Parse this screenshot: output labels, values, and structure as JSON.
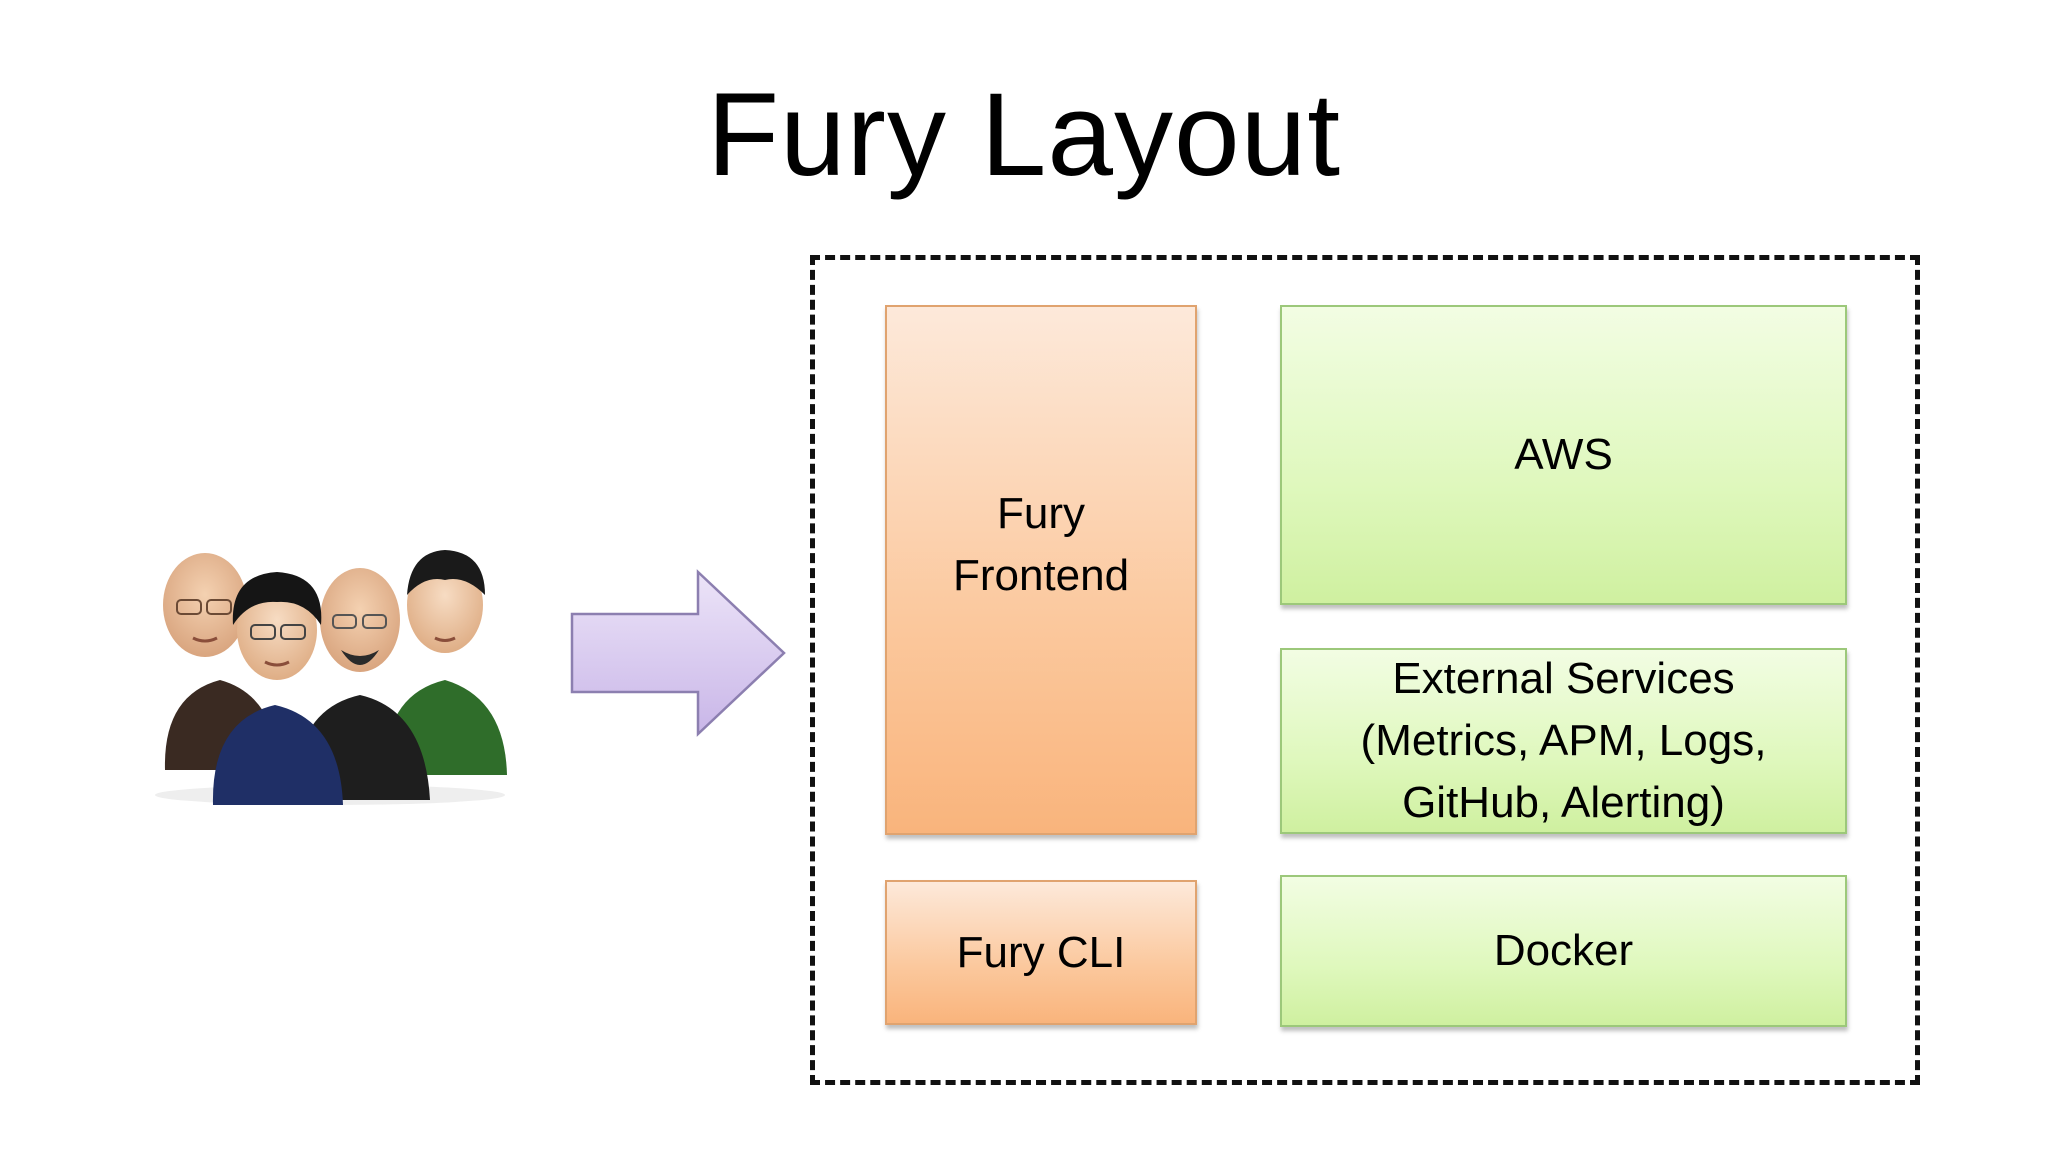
{
  "slide": {
    "title": "Fury Layout"
  },
  "components": {
    "frontend": "Fury\nFrontend",
    "cli": "Fury CLI",
    "aws": "AWS",
    "external": "External Services\n(Metrics, APM, Logs,\nGitHub, Alerting)",
    "docker": "Docker"
  },
  "colors": {
    "orange_box": "#fbc89d",
    "green_box": "#dff8bd",
    "arrow_fill": "#d9c8f0",
    "arrow_stroke": "#8c7fb0"
  },
  "icons": {
    "people": "team-of-developers-icon",
    "arrow": "right-arrow-icon"
  }
}
